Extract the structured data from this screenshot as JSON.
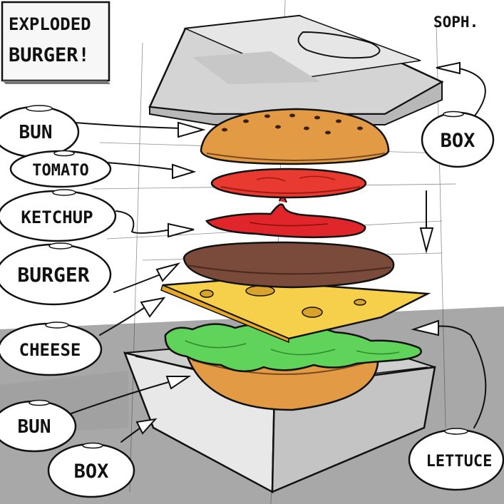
{
  "title": "EXPLODED BURGER!",
  "title_lines": [
    "EXPLODED",
    "BURGER!"
  ],
  "signature": "SOPH.",
  "labels": {
    "bun_top": "BUN",
    "tomato": "TOMATO",
    "ketchup": "KETCHUP",
    "burger": "BURGER",
    "cheese": "CHEESE",
    "bun_bottom": "BUN",
    "box_bottom": "BOX",
    "box_top": "BOX",
    "lettuce": "LETTUCE"
  },
  "colors": {
    "bun": "#e29a45",
    "tomato": "#e83a30",
    "ketchup": "#e0262a",
    "patty": "#7a4a3a",
    "cheese": "#f6d04a",
    "lettuce": "#5fd35a",
    "box": "#d9d9d9",
    "floor": "#a9a9a9"
  }
}
